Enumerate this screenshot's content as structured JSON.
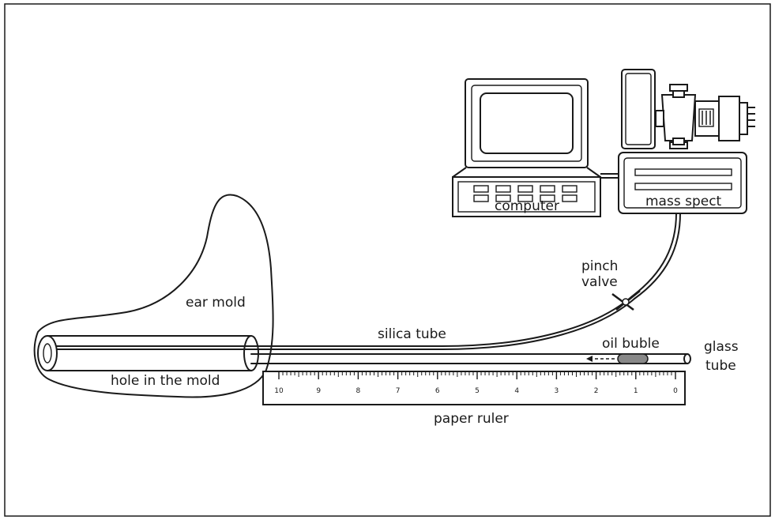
{
  "labels": {
    "computer": "computer",
    "mass_spect": "mass spect",
    "pinch_valve_1": "pinch",
    "pinch_valve_2": "valve",
    "ear_mold": "ear mold",
    "silica_tube": "silica tube",
    "oil_bubble": "oil buble",
    "glass_tube_1": "glass",
    "glass_tube_2": "tube",
    "hole_in_mold": "hole in the mold",
    "paper_ruler": "paper ruler"
  },
  "ruler": {
    "numbers": [
      "10",
      "9",
      "8",
      "7",
      "6",
      "5",
      "4",
      "3",
      "2",
      "1",
      "0"
    ]
  },
  "colors": {
    "line": "#1a1a1a",
    "bubble": "#888888",
    "background": "#ffffff"
  }
}
